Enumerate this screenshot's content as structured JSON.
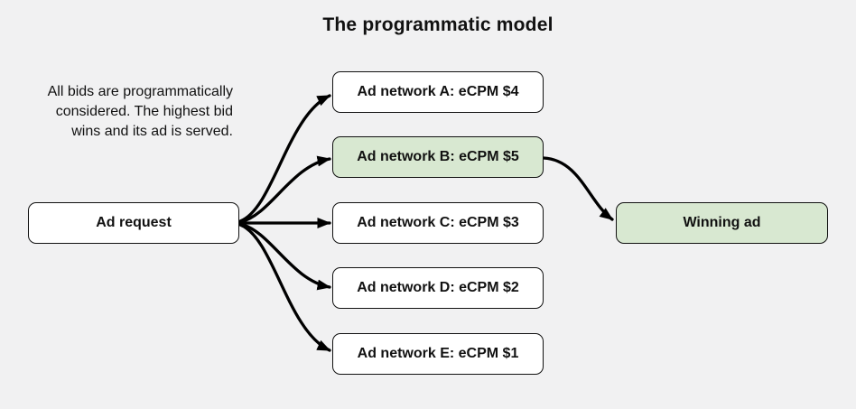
{
  "title": "The programmatic model",
  "note": {
    "lines": [
      "All bids are programmatically",
      "considered. The highest bid",
      "wins and its ad is served."
    ]
  },
  "nodes": {
    "ad_request": {
      "label": "Ad request"
    },
    "networks": [
      {
        "id": "network_a",
        "label": "Ad network A: eCPM $4",
        "ecpm": 4,
        "highlighted": false
      },
      {
        "id": "network_b",
        "label": "Ad network B: eCPM $5",
        "ecpm": 5,
        "highlighted": true
      },
      {
        "id": "network_c",
        "label": "Ad network C: eCPM $3",
        "ecpm": 3,
        "highlighted": false
      },
      {
        "id": "network_d",
        "label": "Ad network D: eCPM $2",
        "ecpm": 2,
        "highlighted": false
      },
      {
        "id": "network_e",
        "label": "Ad network E: eCPM $1",
        "ecpm": 1,
        "highlighted": false
      }
    ],
    "winning_ad": {
      "label": "Winning ad",
      "highlighted": true
    }
  },
  "edges": [
    {
      "from": "ad_request",
      "to": "network_a"
    },
    {
      "from": "ad_request",
      "to": "network_b"
    },
    {
      "from": "ad_request",
      "to": "network_c"
    },
    {
      "from": "ad_request",
      "to": "network_d"
    },
    {
      "from": "ad_request",
      "to": "network_e"
    },
    {
      "from": "network_b",
      "to": "winning_ad"
    }
  ],
  "colors": {
    "background": "#f1f1f2",
    "box_fill": "#ffffff",
    "highlight_fill": "#d8e8d1",
    "border": "#111111",
    "arrow": "#000000",
    "text": "#111111"
  }
}
